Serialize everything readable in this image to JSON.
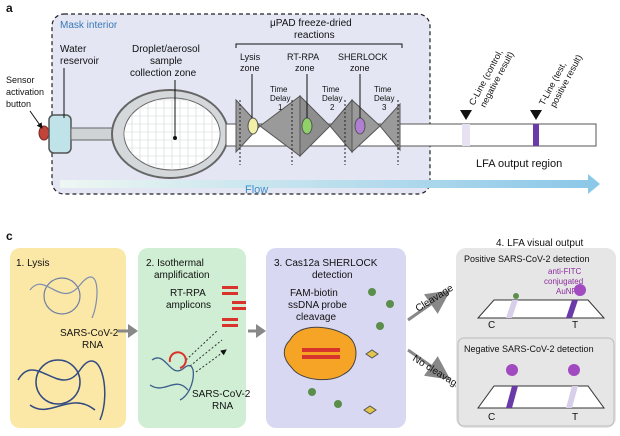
{
  "panel_a": {
    "letter": "a",
    "mask_interior": "Mask interior",
    "water_reservoir": [
      "Water",
      "reservoir"
    ],
    "sensor_button": [
      "Sensor",
      "activation",
      "button"
    ],
    "collection_zone": [
      "Droplet/aerosol",
      "sample",
      "collection zone"
    ],
    "upad_title": [
      "μPAD freeze-dried",
      "reactions"
    ],
    "lysis_zone": [
      "Lysis",
      "zone"
    ],
    "rtrpa_zone": [
      "RT-RPA",
      "zone"
    ],
    "sherlock_zone": [
      "SHERLOCK",
      "zone"
    ],
    "time_delay_1": [
      "Time",
      "Delay",
      "1"
    ],
    "time_delay_2": [
      "Time",
      "Delay",
      "2"
    ],
    "time_delay_3": [
      "Time",
      "Delay",
      "3"
    ],
    "c_line": [
      "C-Line (control,",
      "negative result)"
    ],
    "t_line": [
      "T-Line (test,",
      "positive result)"
    ],
    "lfa_output": "LFA output region",
    "flow": "Flow"
  },
  "panel_c": {
    "letter": "c",
    "lysis_title": "1. Lysis",
    "sars_rna": [
      "SARS-CoV-2",
      "RNA"
    ],
    "iso_title": [
      "2. Isothermal",
      "amplification"
    ],
    "rtrpa_amplicons": [
      "RT-RPA",
      "amplicons"
    ],
    "sars_rna2": [
      "SARS-CoV-2",
      "RNA"
    ],
    "sherlock_title": [
      "3. Cas12a SHERLOCK",
      "detection"
    ],
    "probe": [
      "FAM-biotin",
      "ssDNA probe",
      "cleavage"
    ],
    "cleavage": "Cleavage",
    "no_cleavage": "No cleavage",
    "lfa_title": "4. LFA visual output",
    "positive": "Positive SARS-CoV-2 detection",
    "negative": "Negative SARS-CoV-2 detection",
    "anti_fitc": [
      "anti-FITC",
      "conjugated",
      "AuNPs"
    ],
    "c_label": "C",
    "t_label": "T"
  },
  "colors": {
    "mask_bg": "#e4e6f4",
    "lysis_bg": "#fbe8a6",
    "iso_bg": "#cfeed3",
    "sherlock_bg": "#d9d8f3",
    "lfa_bg": "#e6e6e6",
    "t_line": "#6a3aa8",
    "amplicon": "#d9342b",
    "anti_fitc_text": "#8b2c9c"
  }
}
